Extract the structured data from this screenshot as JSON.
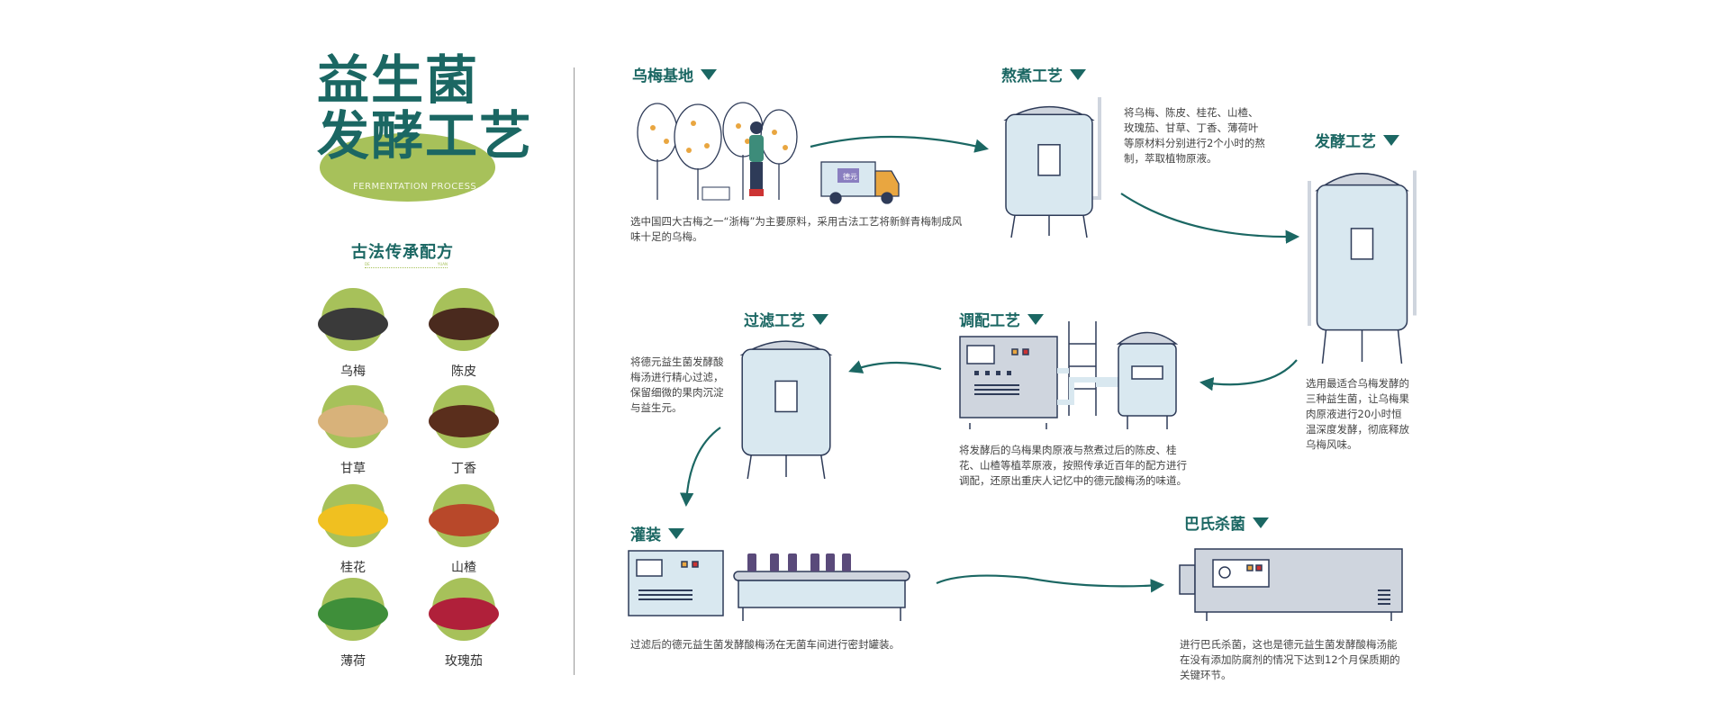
{
  "left_panel": {
    "title_line1": "益生菌",
    "title_line2": "发酵工艺",
    "subtitle": "FERMENTATION PROCESS",
    "recipe_heading": "古法传承配方",
    "recipe_sub_left": "DE",
    "recipe_sub_right": "YUAN",
    "ingredients": [
      {
        "label": "乌梅",
        "color": "#3a3a3a"
      },
      {
        "label": "陈皮",
        "color": "#4a2a1e"
      },
      {
        "label": "甘草",
        "color": "#d8b27a"
      },
      {
        "label": "丁香",
        "color": "#5a2e1c"
      },
      {
        "label": "桂花",
        "color": "#f0c020"
      },
      {
        "label": "山楂",
        "color": "#b8482a"
      },
      {
        "label": "薄荷",
        "color": "#3f8f3a"
      },
      {
        "label": "玫瑰茄",
        "color": "#b0203a"
      }
    ]
  },
  "colors": {
    "accent": "#1b6763",
    "green": "#a7c15a",
    "tank": "#d9e8f0",
    "outline": "#2e3b58",
    "machine": "#cfd5de"
  },
  "steps": [
    {
      "title": "乌梅基地",
      "desc": "选中国四大古梅之一“浙梅”为主要原料，采用古法工艺将新鲜青梅制成风味十足的乌梅。",
      "truck_label": "德元"
    },
    {
      "title": "熬煮工艺",
      "desc": "将乌梅、陈皮、桂花、山楂、玫瑰茄、甘草、丁香、薄荷叶等原材料分别进行2个小时的熬制，萃取植物原液。"
    },
    {
      "title": "发酵工艺",
      "desc": "选用最适合乌梅发酵的三种益生菌，让乌梅果肉原液进行20小时恒温深度发酵，彻底释放乌梅风味。"
    },
    {
      "title": "调配工艺",
      "desc": "将发酵后的乌梅果肉原液与熬煮过后的陈皮、桂花、山楂等植萃原液，按照传承近百年的配方进行调配，还原出重庆人记忆中的德元酸梅汤的味道。"
    },
    {
      "title": "过滤工艺",
      "desc": "将德元益生菌发酵酸梅汤进行精心过滤，保留细微的果肉沉淀与益生元。"
    },
    {
      "title": "灌装",
      "desc": "过滤后的德元益生菌发酵酸梅汤在无菌车间进行密封罐装。"
    },
    {
      "title": "巴氏杀菌",
      "desc": "进行巴氏杀菌，这也是德元益生菌发酵酸梅汤能在没有添加防腐剂的情况下达到12个月保质期的关键环节。"
    }
  ]
}
